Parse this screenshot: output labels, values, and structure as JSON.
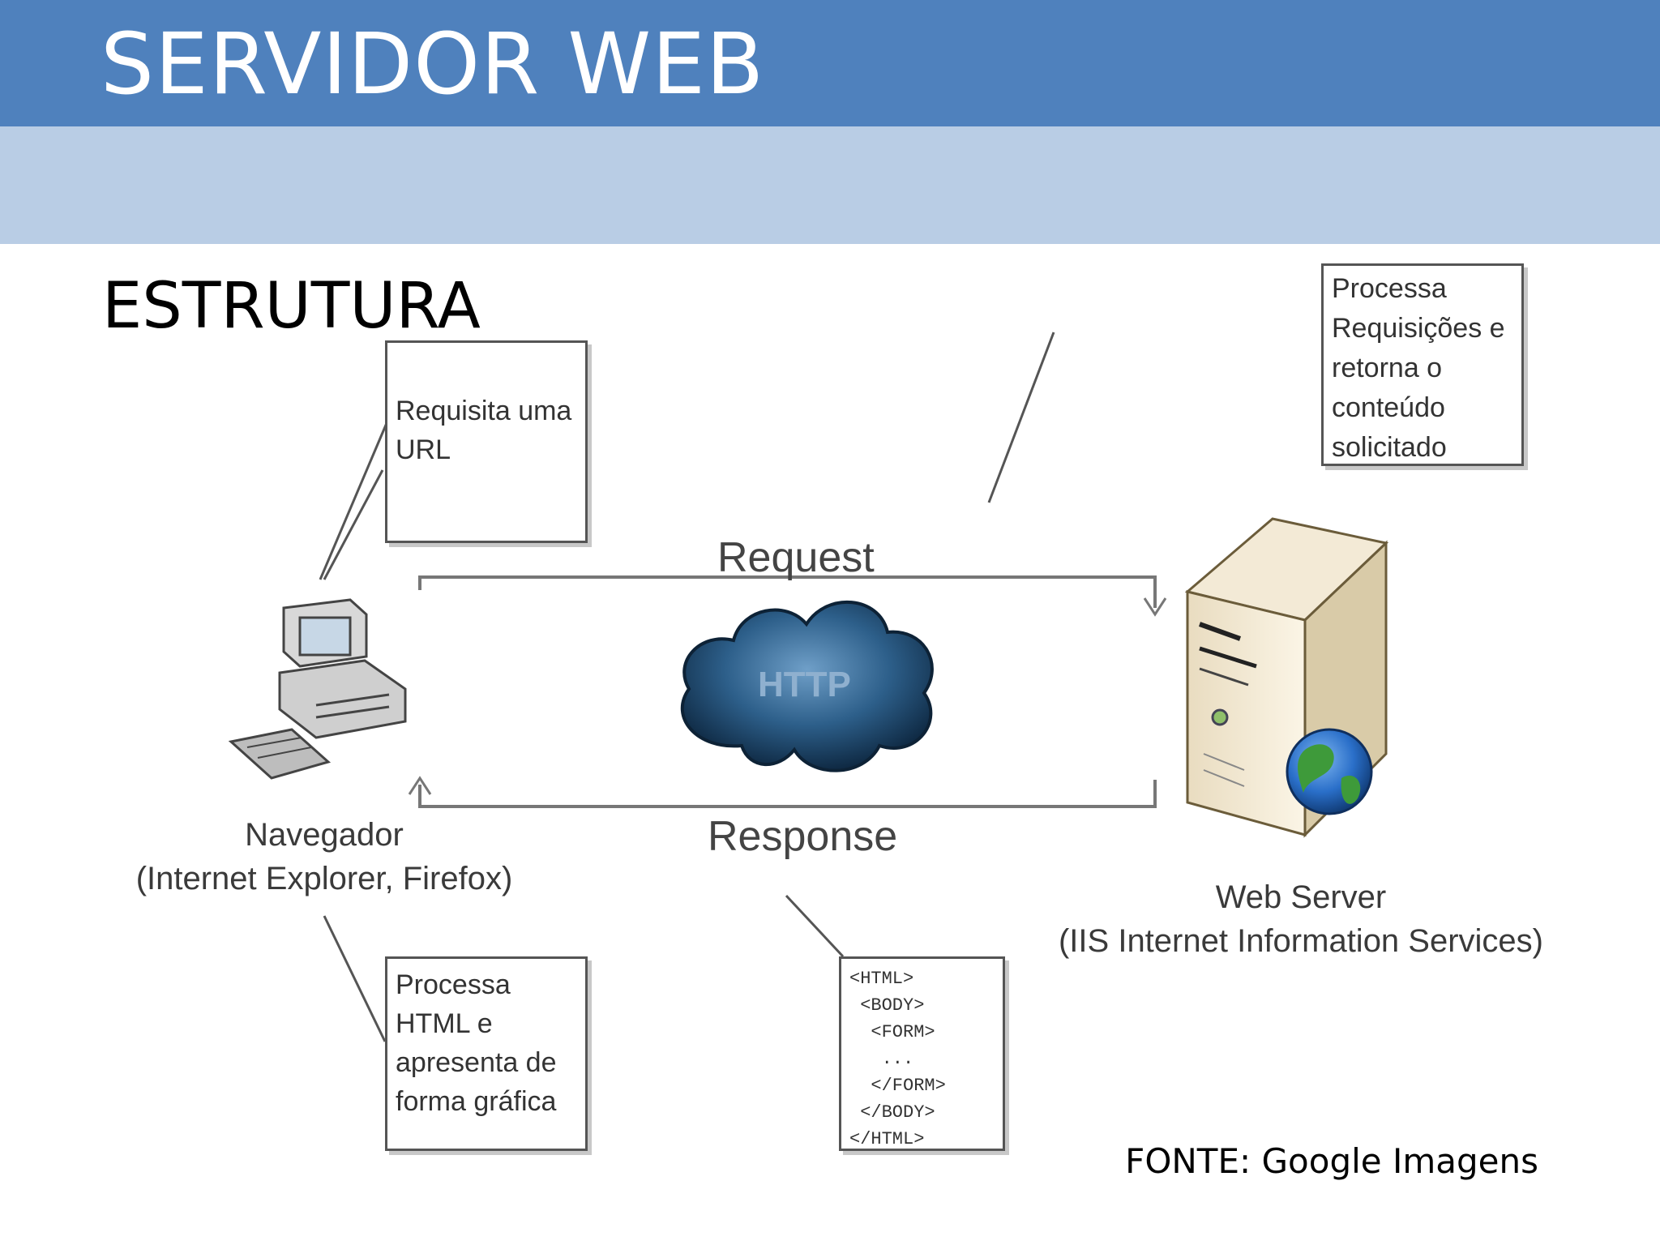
{
  "header": {
    "title": "SERVIDOR WEB",
    "subtitle": "ESTRUTURA"
  },
  "diagram": {
    "request_label": "Request",
    "response_label": "Response",
    "cloud_label": "HTTP",
    "client": {
      "name": "Navegador",
      "detail": "(Internet Explorer, Firefox)",
      "note_request": "Requisita uma\nURL",
      "note_render": "Processa\nHTML e\napresenta de\nforma gráfica"
    },
    "server": {
      "name": "Web Server",
      "detail": "(IIS Internet Information Services)",
      "note": "Processa\nRequisições e\nretorna o\nconteúdo\nsolicitado"
    },
    "html_doc": "<HTML>\n <BODY>\n  <FORM>\n   ...\n  </FORM>\n </BODY>\n</HTML>"
  },
  "source": "FONTE: Google Imagens",
  "colors": {
    "header_bg": "#4f81bd",
    "subheader_bg": "#b9cde5",
    "cloud": "#2d5f8a",
    "globe": "#2a6fc9"
  }
}
